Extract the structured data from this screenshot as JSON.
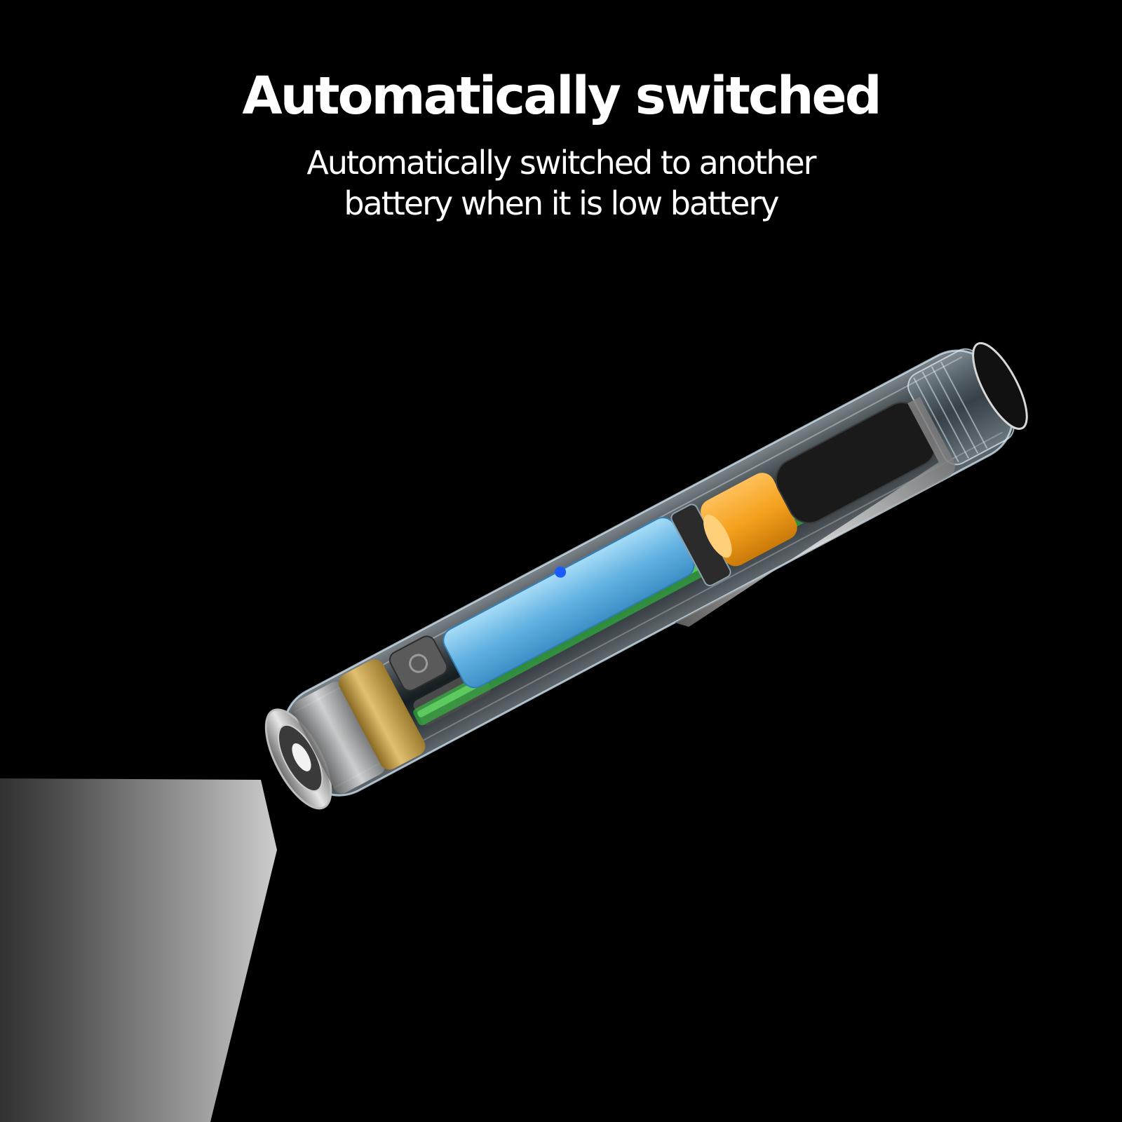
{
  "heading": "Automatically switched",
  "subheading": {
    "line1": "Automatically switched to another",
    "line2": "battery when it is low battery"
  },
  "illustration": {
    "subject": "transparent pen flashlight cutaway",
    "colors": {
      "background": "#000000",
      "text": "#ffffff",
      "shell": "#cfe6f5",
      "battery_main": "#6fb8e6",
      "battery_small": "#f4a21e",
      "brass_ring": "#c9a24a",
      "circuit_glow": "#2fd13c",
      "beam": "#c8c8c8",
      "indicator_dot": "#1b5cff"
    }
  }
}
